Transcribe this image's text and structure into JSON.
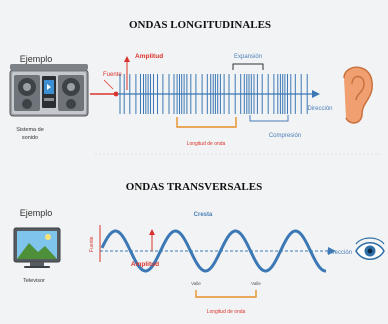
{
  "longitudinal": {
    "title": "ONDAS LONGITUDINALES",
    "example_label": "Ejemplo",
    "device_label_line1": "Sistema de",
    "device_label_line2": "sonido",
    "source_label": "Fuente",
    "amplitude_label": "Amplitud",
    "expansion_label": "Expansión",
    "direction_label": "Dirección",
    "wavelength_label": "Longitud de onda",
    "compression_label": "Compresión",
    "device_icon": "stereo-speaker-icon",
    "receiver_icon": "ear-icon"
  },
  "transversal": {
    "title": "ONDAS TRANSVERSALES",
    "example_label": "Ejemplo",
    "device_label": "Televisor",
    "source_label": "Fuente",
    "amplitude_label": "Amplitud",
    "crest_label": "Cresta",
    "direction_label": "Dirección",
    "trough_left": "Valle",
    "trough_right": "Valle",
    "wavelength_label": "Longitud de onda",
    "device_icon": "television-icon",
    "receiver_icon": "eye-icon"
  },
  "colors": {
    "wave": "#3b78b5",
    "accent_red": "#d9342b",
    "bracket_orange": "#e8902c",
    "label_blue": "#4a7fb8",
    "background": "#f2f3f4",
    "divider": "#d7dde3"
  }
}
